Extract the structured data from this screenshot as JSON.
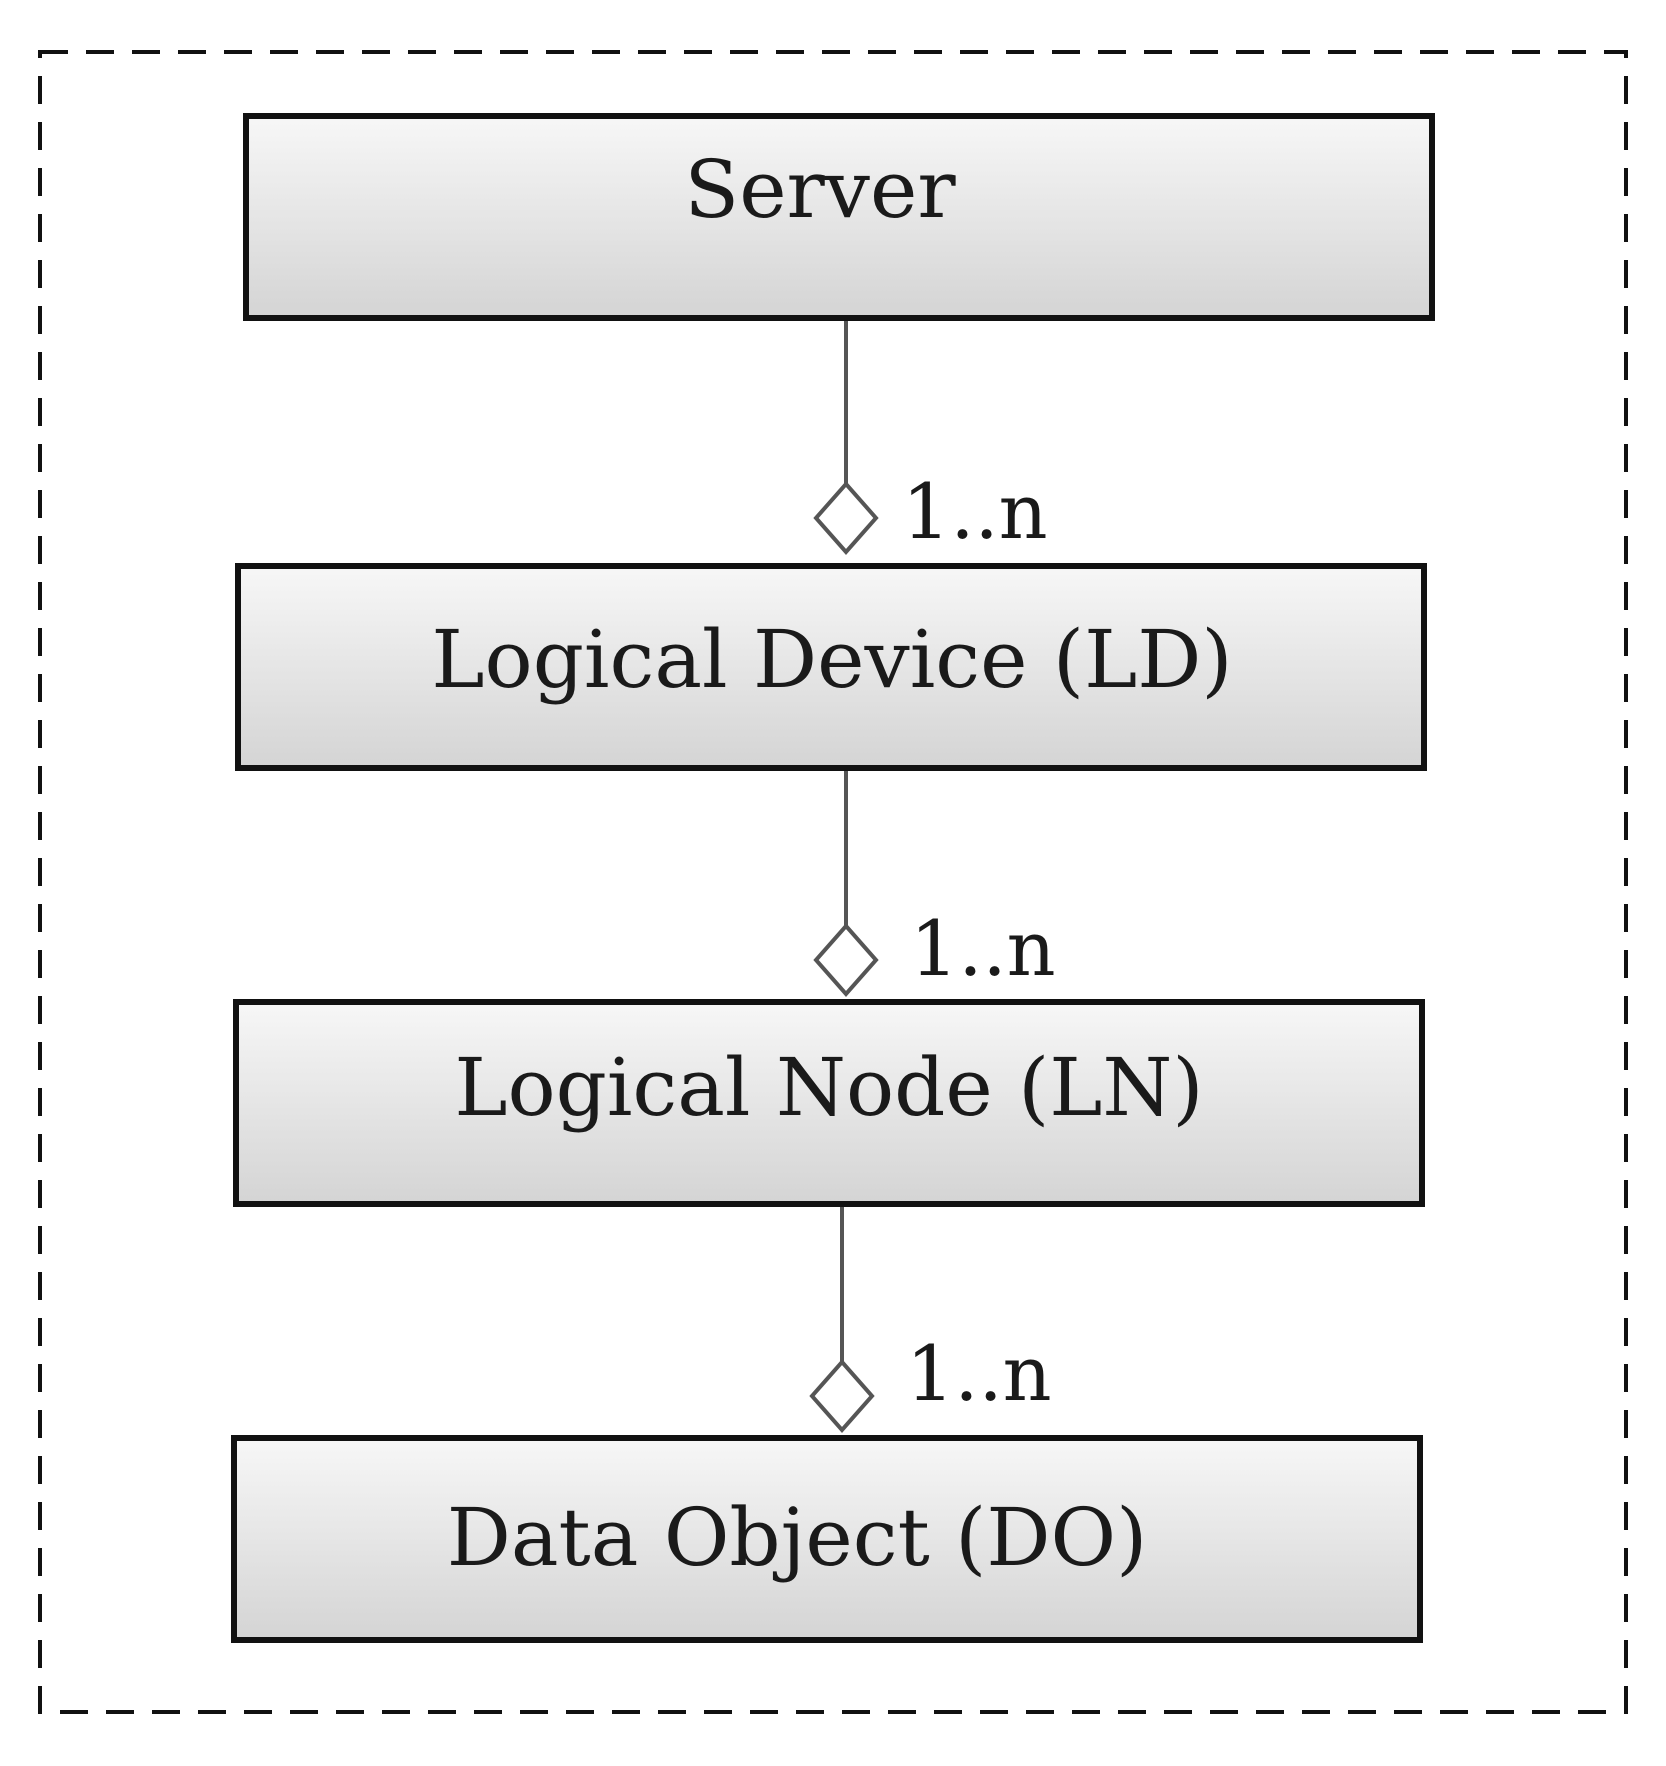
{
  "diagram": {
    "nodes": [
      {
        "id": "server",
        "label": "Server"
      },
      {
        "id": "logical-device",
        "label": "Logical Device (LD)"
      },
      {
        "id": "logical-node",
        "label": "Logical Node (LN)"
      },
      {
        "id": "data-object",
        "label": "Data Object (DO)"
      }
    ],
    "edges": [
      {
        "from": "server",
        "to": "logical-device",
        "multiplicity": "1..n",
        "end_marker": "hollow-diamond"
      },
      {
        "from": "logical-device",
        "to": "logical-node",
        "multiplicity": "1..n",
        "end_marker": "hollow-diamond"
      },
      {
        "from": "logical-node",
        "to": "data-object",
        "multiplicity": "1..n",
        "end_marker": "hollow-diamond"
      }
    ],
    "colors": {
      "box_fill_top": "#f7f7f7",
      "box_fill_bottom": "#d4d4d4",
      "box_stroke": "#111111",
      "connector": "#555555",
      "frame": "#111111"
    }
  }
}
